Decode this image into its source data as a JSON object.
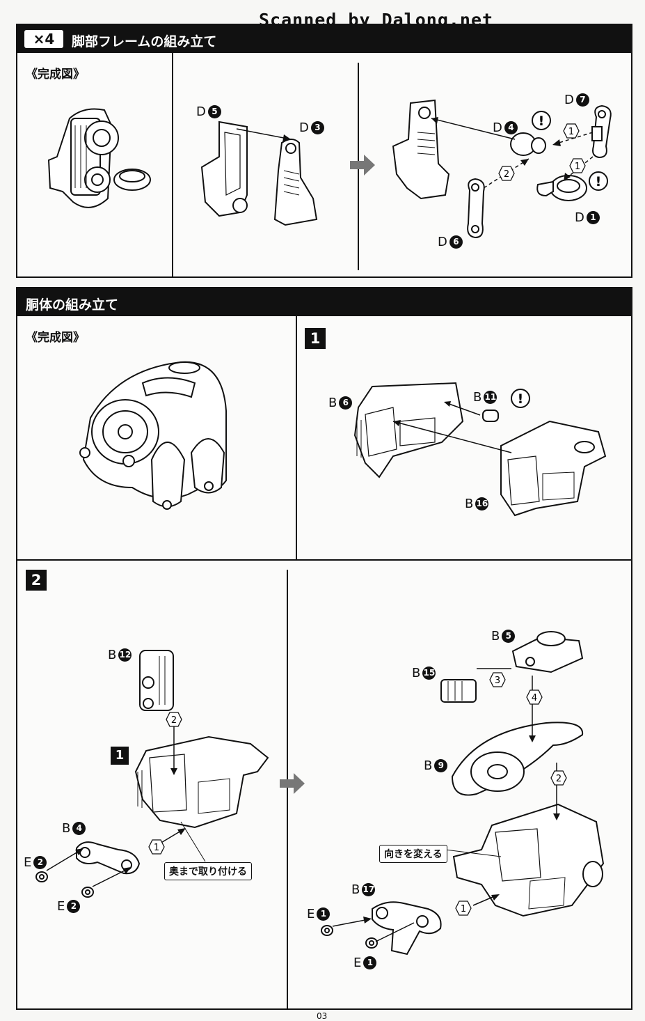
{
  "watermark": "Scanned by Dalong.net",
  "leg_section": {
    "multiplier": "×4",
    "title": "脚部フレームの組み立て",
    "caption": "《完成図》",
    "parts": {
      "d5": {
        "prefix": "D",
        "num": "5"
      },
      "d3": {
        "prefix": "D",
        "num": "3"
      },
      "d7": {
        "prefix": "D",
        "num": "7"
      },
      "d4": {
        "prefix": "D",
        "num": "4"
      },
      "d1": {
        "prefix": "D",
        "num": "1"
      },
      "d6": {
        "prefix": "D",
        "num": "6"
      }
    },
    "order": [
      "1",
      "2",
      "1"
    ],
    "warning": "!"
  },
  "body_section": {
    "title": "胴体の組み立て",
    "caption": "《完成図》",
    "step1": {
      "number": "1",
      "parts": {
        "b6": {
          "prefix": "B",
          "num": "6"
        },
        "b11": {
          "prefix": "B",
          "num": "11"
        },
        "b16": {
          "prefix": "B",
          "num": "16"
        }
      },
      "warning": "!"
    },
    "step2": {
      "number": "2",
      "ref": "1",
      "parts": {
        "b12": {
          "prefix": "B",
          "num": "12"
        },
        "b4": {
          "prefix": "B",
          "num": "4"
        },
        "e2a": {
          "prefix": "E",
          "num": "2"
        },
        "e2b": {
          "prefix": "E",
          "num": "2"
        },
        "b5": {
          "prefix": "B",
          "num": "5"
        },
        "b15": {
          "prefix": "B",
          "num": "15"
        },
        "b9": {
          "prefix": "B",
          "num": "9"
        },
        "b17": {
          "prefix": "B",
          "num": "17"
        },
        "e1a": {
          "prefix": "E",
          "num": "1"
        },
        "e1b": {
          "prefix": "E",
          "num": "1"
        }
      },
      "order": [
        "2",
        "1",
        "3",
        "4",
        "2",
        "1"
      ],
      "notes": {
        "insert": "奥まで取り付ける",
        "turn": "向きを変える"
      }
    }
  },
  "page_number": "03"
}
